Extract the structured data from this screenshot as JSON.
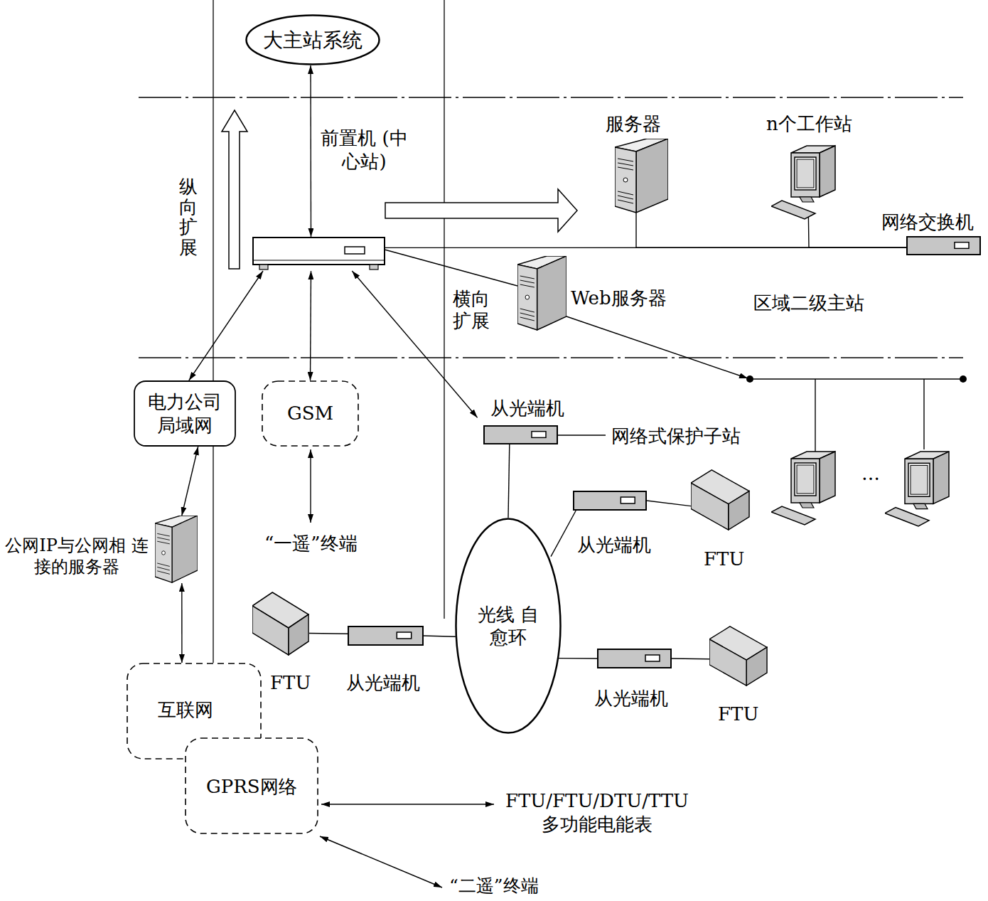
{
  "diagram": {
    "nodes": [
      {
        "text": [
          "大主站系统"
        ]
      },
      {
        "text": [
          "前置机 (中心站)"
        ]
      },
      {
        "text": [
          "服务器"
        ]
      },
      {
        "text": [
          "n个工作站"
        ]
      },
      {
        "text": [
          "网络交换机"
        ]
      },
      {
        "text": [
          "Web服务器"
        ]
      },
      {
        "text": [
          "电力公司 局域网"
        ]
      },
      {
        "text": [
          "GSM"
        ]
      },
      {
        "text": [
          "公网IP与公网相 连接的服务器"
        ]
      },
      {
        "text": [
          "互联网"
        ]
      },
      {
        "text": [
          "GPRS网络"
        ]
      },
      {
        "text": [
          "从光端机"
        ]
      },
      {
        "text": [
          "光线 自愈环"
        ]
      },
      {
        "text": [
          "从光端机"
        ]
      },
      {
        "text": [
          "FTU"
        ]
      },
      {
        "text": [
          "从光端机"
        ]
      },
      {
        "text": [
          "FTU"
        ]
      },
      {
        "text": [
          "从光端机"
        ]
      },
      {
        "text": [
          "FTU"
        ]
      }
    ],
    "edges": [
      {
        "from": 0,
        "to": 1,
        "arrow": "both"
      },
      {
        "from": 1,
        "to": 6,
        "arrow": "both"
      },
      {
        "from": 1,
        "to": 7,
        "arrow": "both"
      },
      {
        "from": 1,
        "to": 11,
        "arrow": "both"
      },
      {
        "from": 6,
        "to": 8,
        "arrow": "both"
      },
      {
        "from": 8,
        "to": 9,
        "arrow": "both"
      },
      {
        "from": 1,
        "to": 4,
        "arrow": "none"
      },
      {
        "from": 2,
        "to": 4,
        "arrow": "none"
      },
      {
        "from": 3,
        "to": 4,
        "arrow": "none"
      },
      {
        "from": 1,
        "to": 5,
        "arrow": "none"
      },
      {
        "from": 11,
        "to": 12,
        "arrow": "none"
      },
      {
        "from": 13,
        "to": 12,
        "arrow": "none"
      },
      {
        "from": 13,
        "to": 14,
        "arrow": "none"
      },
      {
        "from": 15,
        "to": 12,
        "arrow": "none"
      },
      {
        "from": 16,
        "to": 15,
        "arrow": "none"
      },
      {
        "from": 17,
        "to": 12,
        "arrow": "none"
      },
      {
        "from": 17,
        "to": 18,
        "arrow": "none"
      }
    ],
    "labels": [
      "纵向扩展",
      "横向扩展",
      "区域二级主站",
      "网络式保护子站",
      "“一遥”终端",
      "…",
      "FTU/FTU/DTU/TTU 多功能电能表",
      "“二遥”终端"
    ]
  }
}
